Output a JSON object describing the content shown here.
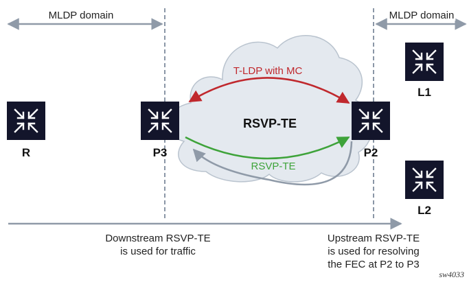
{
  "domains": {
    "left": "MLDP domain",
    "right": "MLDP domain"
  },
  "cloud_label": "RSVP-TE",
  "links": {
    "tldp": "T-LDP with MC",
    "rsvp": "RSVP-TE"
  },
  "routers": {
    "r": "R",
    "p3": "P3",
    "p2": "P2",
    "l1": "L1",
    "l2": "L2"
  },
  "captions": {
    "downstream": [
      "Downstream RSVP-TE",
      "is used for traffic"
    ],
    "upstream": [
      "Upstream RSVP-TE",
      "is used for resolving",
      "the FEC at P2 to P3"
    ]
  },
  "figure_id": "sw4033",
  "colors": {
    "router": "#13152b",
    "cloud_fill": "#e4e9ef",
    "cloud_stroke": "#b9c3ce",
    "tldp": "#c0282d",
    "rsvp": "#3ea33a",
    "gray_arrow": "#8f9aa8",
    "dashed": "#8a96a6"
  }
}
